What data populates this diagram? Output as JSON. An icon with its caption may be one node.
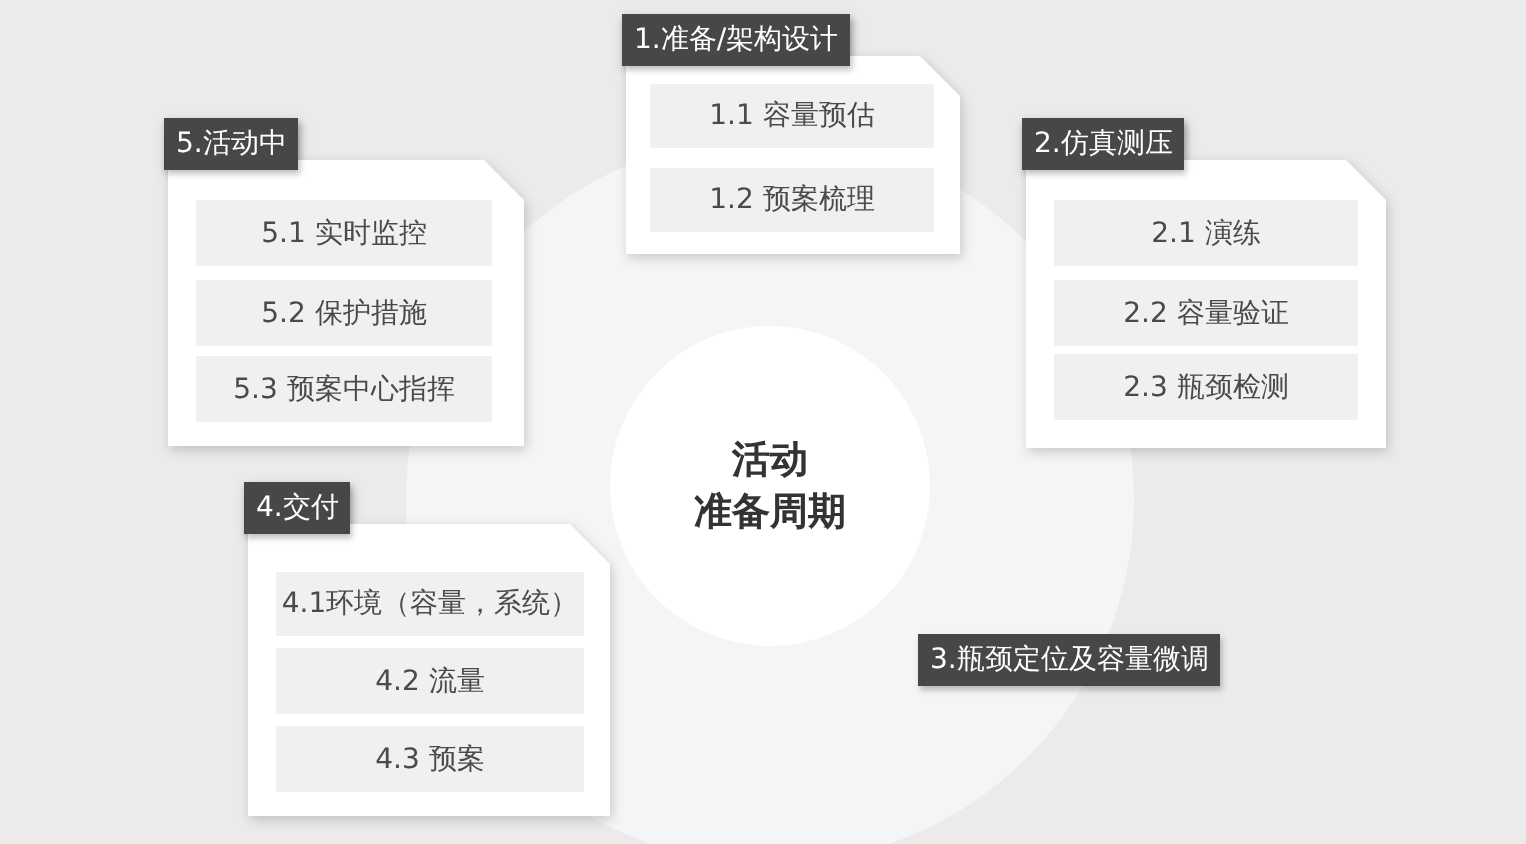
{
  "diagram": {
    "nodes": [
      {
        "text": [
          "活动",
          "准备周期"
        ]
      },
      {
        "text": [
          "1.准备/架构设计"
        ]
      },
      {
        "text": [
          "1.1 容量预估"
        ],
        "in": 1
      },
      {
        "text": [
          "1.2 预案梳理"
        ],
        "in": 1
      },
      {
        "text": [
          "2.仿真测压"
        ]
      },
      {
        "text": [
          "2.1 演练"
        ],
        "in": 4
      },
      {
        "text": [
          "2.2 容量验证"
        ],
        "in": 4
      },
      {
        "text": [
          "2.3 瓶颈检测"
        ],
        "in": 4
      },
      {
        "text": [
          "3.瓶颈定位及容量微调"
        ]
      },
      {
        "text": [
          "4.交付"
        ]
      },
      {
        "text": [
          "4.1环境（容量，系统）"
        ],
        "in": 9
      },
      {
        "text": [
          "4.2 流量"
        ],
        "in": 9
      },
      {
        "text": [
          "4.3 预案"
        ],
        "in": 9
      },
      {
        "text": [
          "5.活动中"
        ]
      },
      {
        "text": [
          "5.1 实时监控"
        ],
        "in": 13
      },
      {
        "text": [
          "5.2 保护措施"
        ],
        "in": 13
      },
      {
        "text": [
          "5.3 预案中心指挥"
        ],
        "in": 13
      }
    ]
  }
}
